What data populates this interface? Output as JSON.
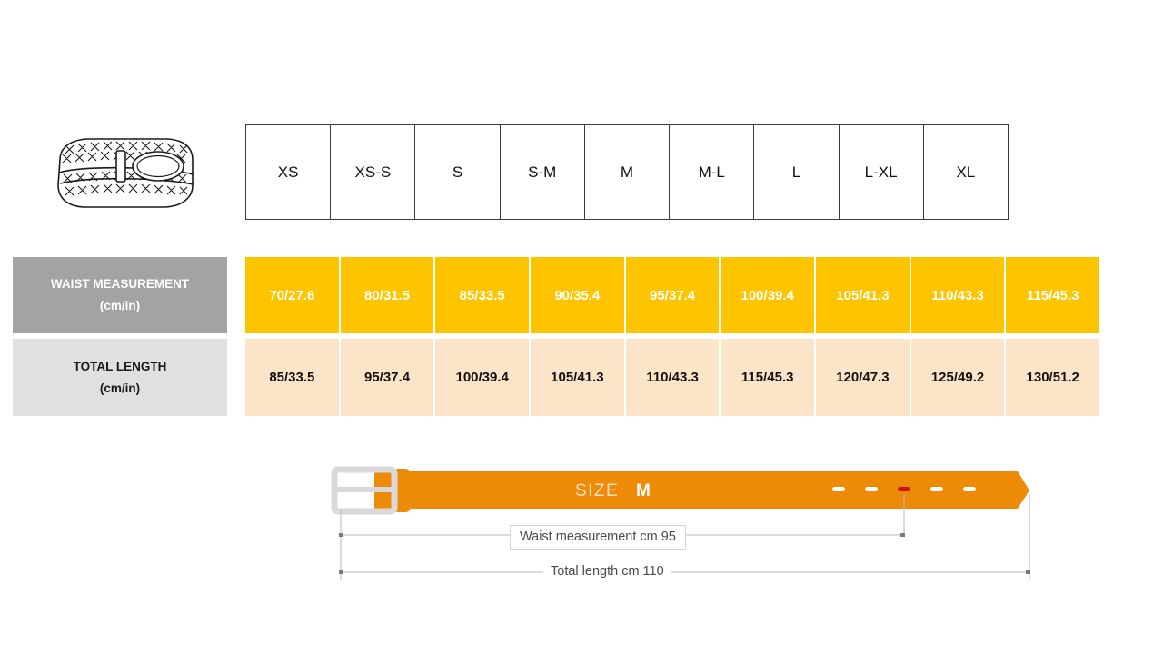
{
  "product": {
    "icon_name": "woven-belt-illustration"
  },
  "size_table": {
    "sizes": [
      "XS",
      "XS-S",
      "S",
      "S-M",
      "M",
      "M-L",
      "L",
      "L-XL",
      "XL"
    ],
    "rows": [
      {
        "label_line1": "WAIST MEASUREMENT",
        "label_line2": "(cm/in)",
        "values": [
          "70/27.6",
          "80/31.5",
          "85/33.5",
          "90/35.4",
          "95/37.4",
          "100/39.4",
          "105/41.3",
          "110/43.3",
          "115/45.3"
        ],
        "label_bg": "#a3a3a3",
        "label_color": "#ffffff",
        "cell_bg": "#ffc400",
        "cell_color": "#ffffff"
      },
      {
        "label_line1": "TOTAL LENGTH",
        "label_line2": "(cm/in)",
        "values": [
          "85/33.5",
          "95/37.4",
          "100/39.4",
          "105/41.3",
          "110/43.3",
          "115/45.3",
          "120/47.3",
          "125/49.2",
          "130/51.2"
        ],
        "label_bg": "#e0e0e0",
        "label_color": "#1a1a1a",
        "cell_bg": "#fce4c8",
        "cell_color": "#121212"
      }
    ]
  },
  "belt_diagram": {
    "size_prefix": "SIZE",
    "size_value": "M",
    "waist_dimension_label": "Waist measurement cm 95",
    "total_length_label": "Total length cm 110",
    "belt_color": "#ed8b09",
    "buckle_color": "#d9d9d9",
    "active_hole_color": "#cc1414",
    "hole_count": 5,
    "active_hole_index": 3
  },
  "chart_data": {
    "type": "table",
    "title": "Belt size chart",
    "categories": [
      "XS",
      "XS-S",
      "S",
      "S-M",
      "M",
      "M-L",
      "L",
      "L-XL",
      "XL"
    ],
    "series": [
      {
        "name": "Waist measurement (cm)",
        "values": [
          70,
          80,
          85,
          90,
          95,
          100,
          105,
          110,
          115
        ],
        "values_in": [
          27.6,
          31.5,
          33.5,
          35.4,
          37.4,
          39.4,
          41.3,
          43.3,
          45.3
        ]
      },
      {
        "name": "Total length (cm)",
        "values": [
          85,
          95,
          100,
          105,
          110,
          115,
          120,
          125,
          130
        ],
        "values_in": [
          33.5,
          37.4,
          39.4,
          41.3,
          43.3,
          45.3,
          47.3,
          49.2,
          51.2
        ]
      }
    ],
    "xlabel": "Size",
    "ylabel": "Measurement (cm/in)",
    "highlighted_category": "M"
  }
}
